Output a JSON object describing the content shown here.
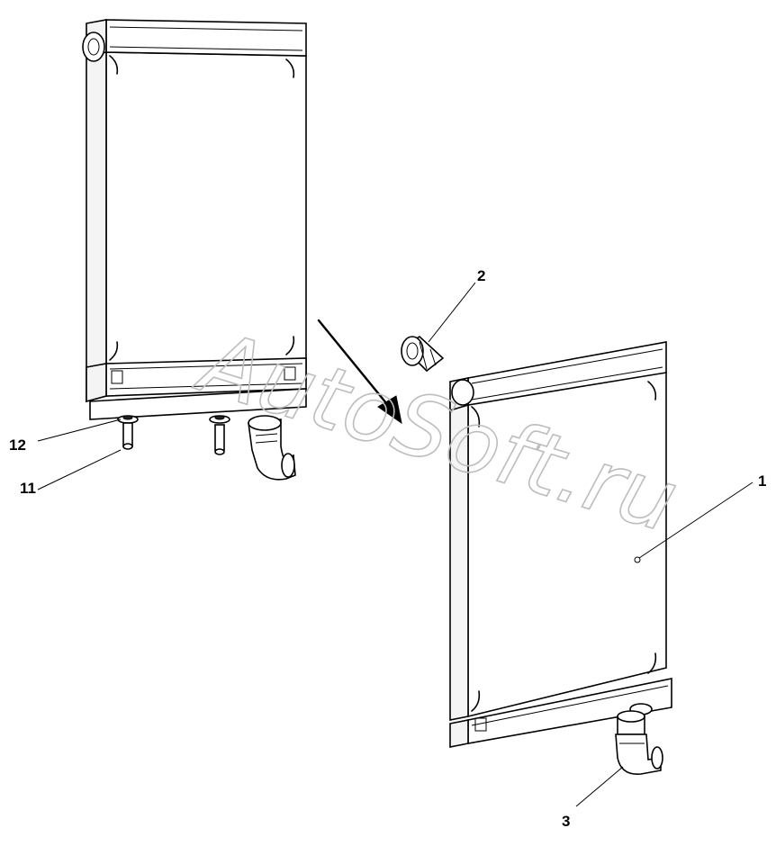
{
  "diagram": {
    "callouts": {
      "c1": "1",
      "c2": "2",
      "c3": "3",
      "c11": "11",
      "c12": "12"
    },
    "watermark": "AutoSoft.ru"
  }
}
